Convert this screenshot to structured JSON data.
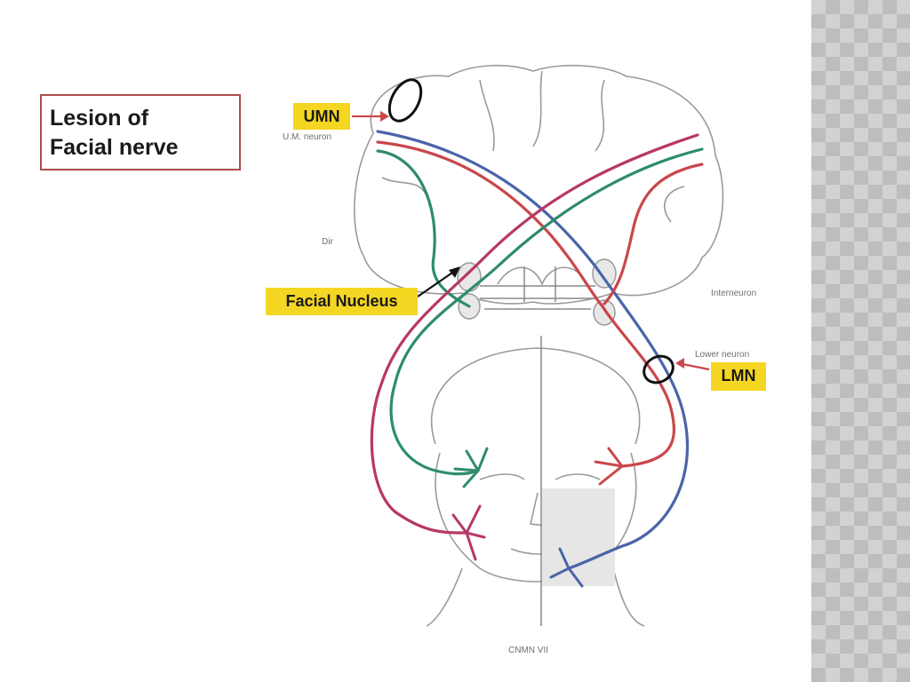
{
  "title": {
    "line1": "Lesion of",
    "line2": "Facial nerve"
  },
  "labels": {
    "umn": "UMN",
    "facial_nucleus": "Facial Nucleus",
    "lmn": "LMN"
  },
  "faint_labels": {
    "upper_neuron": "U.M. neuron",
    "dir": "Dir",
    "interneuron": "Interneuron",
    "lower_neuron": "Lower neuron",
    "footer": "CNMN VII"
  },
  "colors": {
    "red_tract": "#c9474a",
    "green_tract": "#2e8c6a",
    "blue_tract": "#4a64a8",
    "magenta_tract": "#b83768",
    "label_fill": "#f5d622",
    "title_border": "#a9504c",
    "lesion_ring": "#111111",
    "sketch": "#9a9a9a"
  }
}
